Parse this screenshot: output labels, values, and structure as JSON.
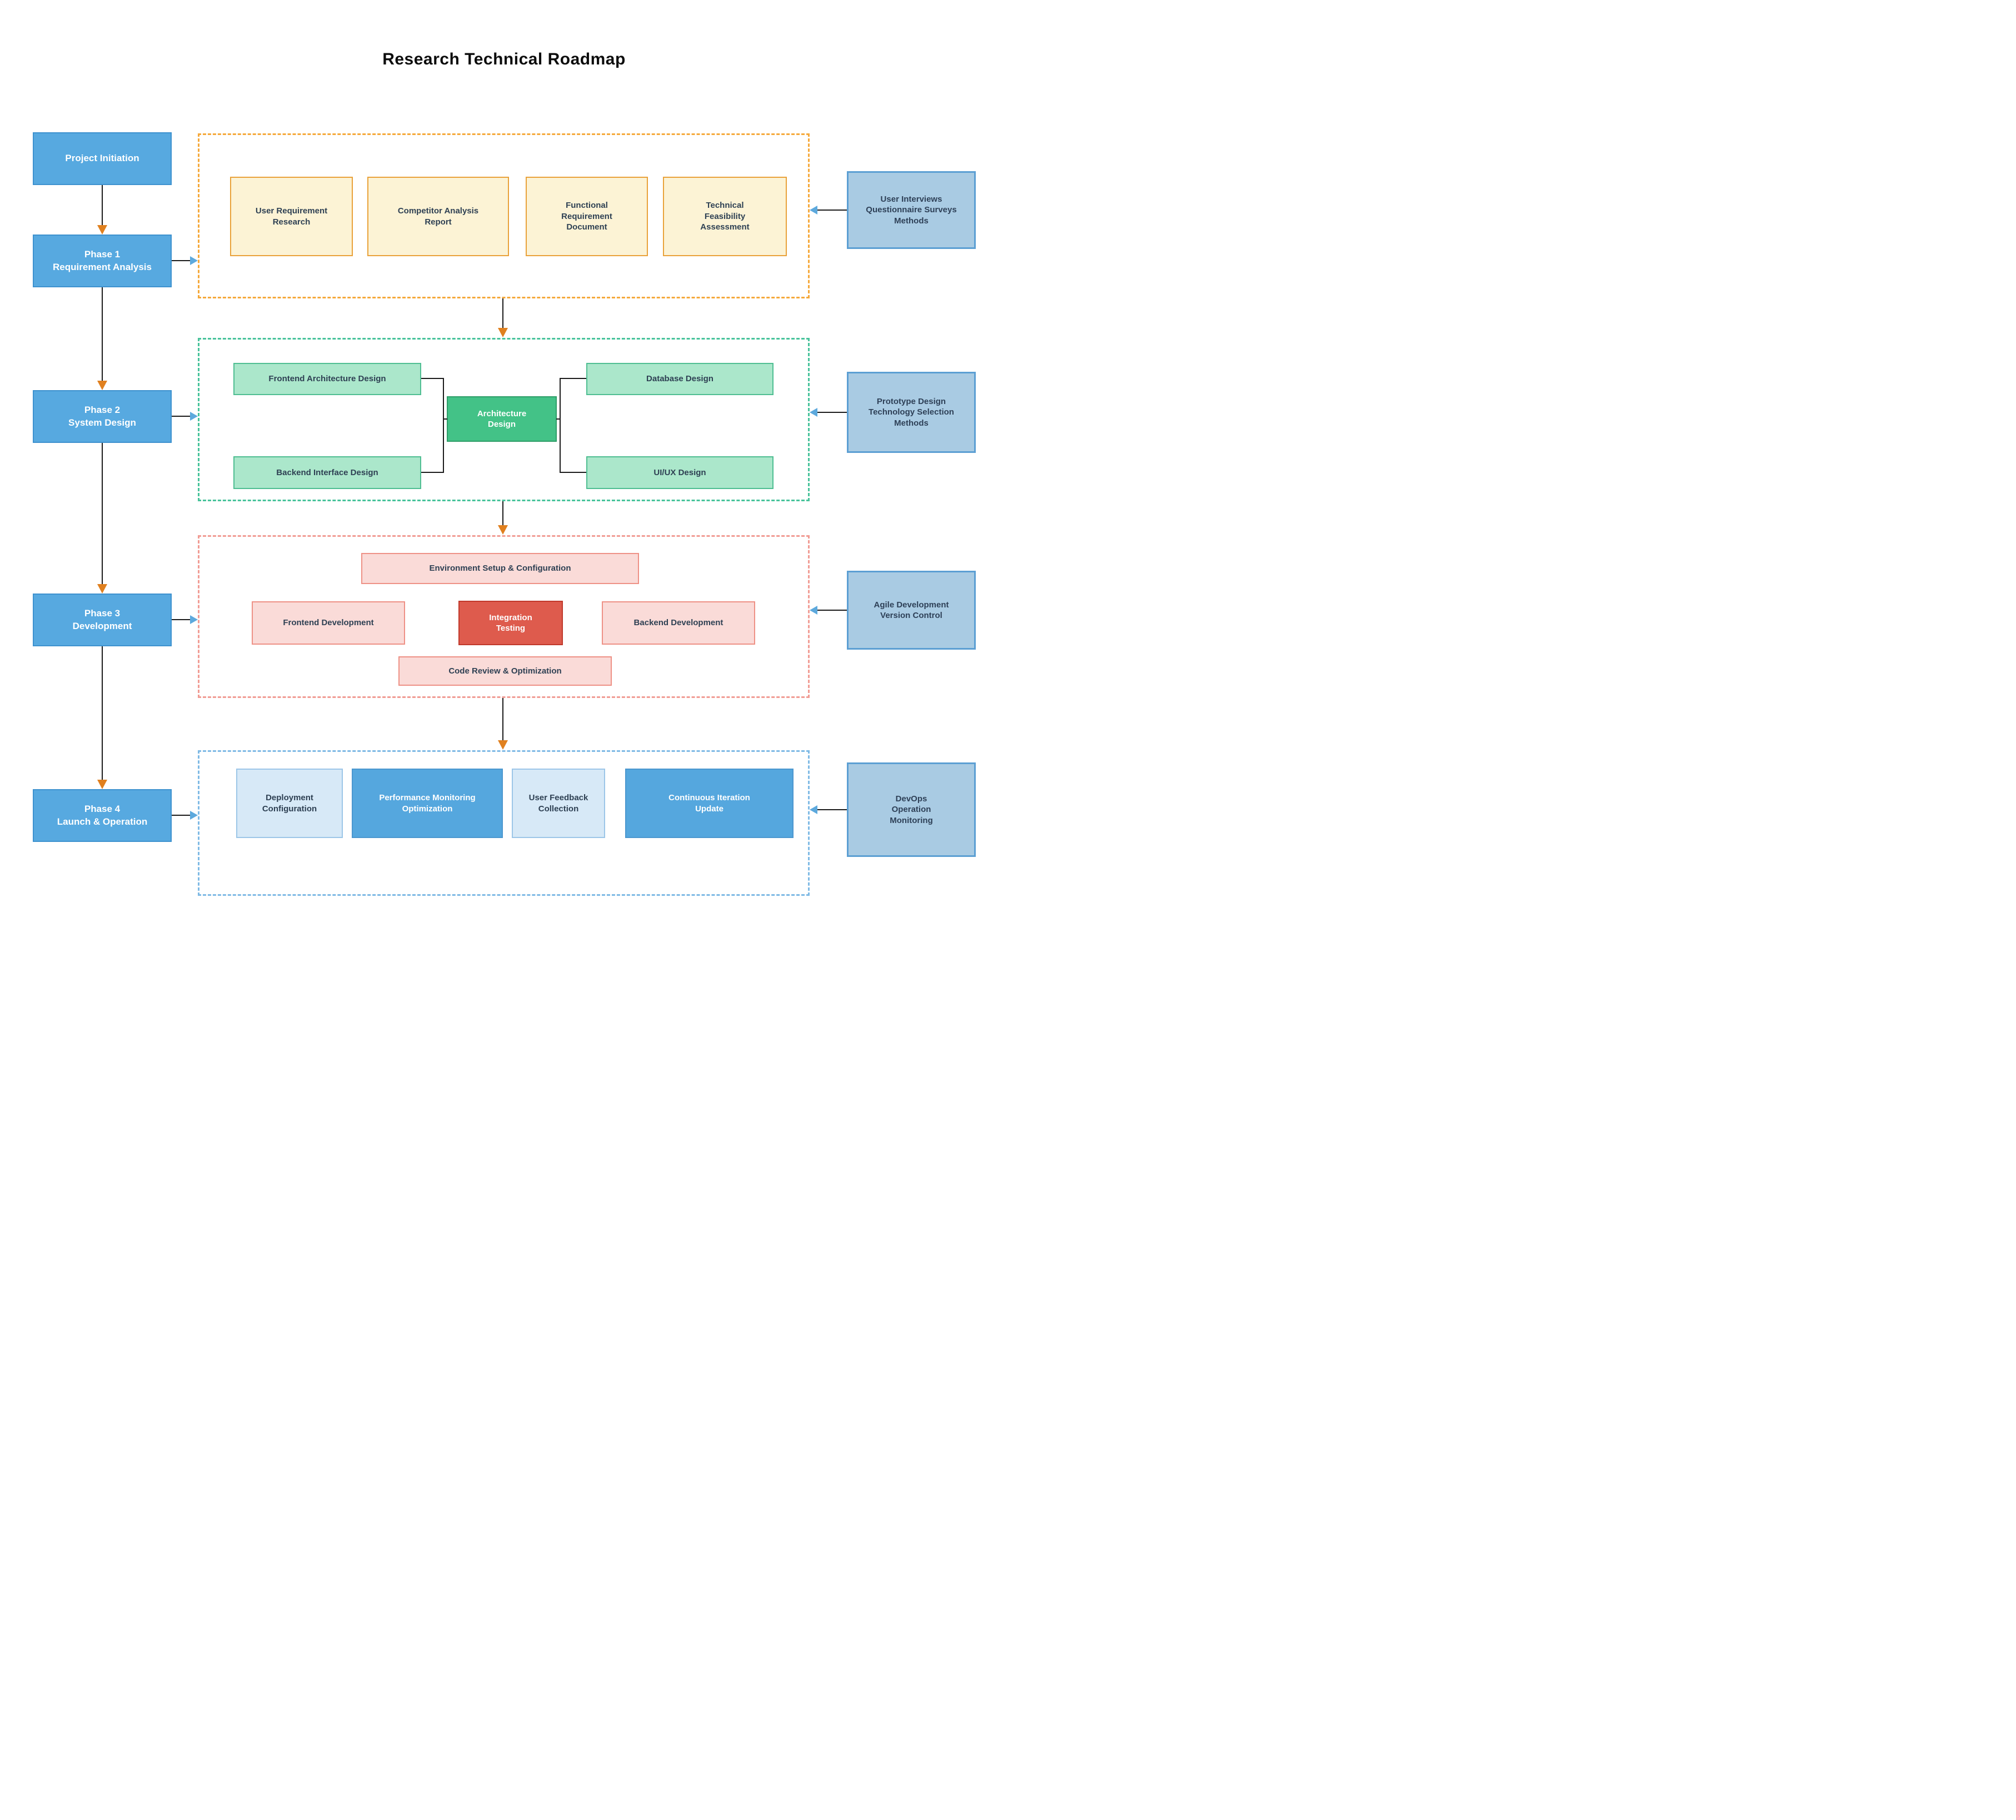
{
  "title": "Research Technical Roadmap",
  "left_column": {
    "start": "Project Initiation",
    "phase1": "Phase 1\nRequirement Analysis",
    "phase2": "Phase 2\nSystem Design",
    "phase3": "Phase 3\nDevelopment",
    "phase4": "Phase 4\nLaunch & Operation"
  },
  "requirement_group": {
    "items": [
      "User Requirement\nResearch",
      "Competitor Analysis\nReport",
      "Functional\nRequirement\nDocument",
      "Technical\nFeasibility\nAssessment"
    ]
  },
  "design_group": {
    "frontend": "Frontend Architecture Design",
    "backend": "Backend Interface Design",
    "center": "Architecture\nDesign",
    "database": "Database Design",
    "uiux": "UI/UX Design"
  },
  "development_group": {
    "top": "Environment Setup & Configuration",
    "left": "Frontend Development",
    "center": "Integration\nTesting",
    "right": "Backend Development",
    "bottom": "Code Review & Optimization"
  },
  "launch_group": {
    "deployment": "Deployment\nConfiguration",
    "performance": "Performance Monitoring\nOptimization",
    "feedback": "User Feedback\nCollection",
    "iteration": "Continuous Iteration\nUpdate"
  },
  "method_column": {
    "requirement": "User Interviews\nQuestionnaire Surveys\nMethods",
    "design": "Prototype Design\nTechnology Selection\nMethods",
    "development": "Agile Development\nVersion Control",
    "launch": "DevOps\nOperation\nMonitoring"
  },
  "colors": {
    "phase_fill": "#57A9E0",
    "phase_border": "#3E92CF",
    "requirement_fill": "#FCF3D5",
    "requirement_border": "#E9A23B",
    "requirement_frame": "#F5A93B",
    "design_fill": "#ABE7CB",
    "design_border": "#4FBE92",
    "design_center_fill": "#43C287",
    "design_frame": "#48C39B",
    "development_fill": "#FADBD8",
    "development_border": "#EE9186",
    "development_center_fill": "#DE5B4D",
    "development_frame": "#F19C94",
    "launch_light_fill": "#D7E9F7",
    "launch_dark_fill": "#55A7DE",
    "launch_frame": "#7FBAE5",
    "method_fill": "#A9CBE3",
    "method_border": "#5C9FD3",
    "text_dark": "#2E4053",
    "arrow_orange": "#E0801F",
    "arrow_blue": "#5DA9DD",
    "line": "#1B1B1B"
  }
}
